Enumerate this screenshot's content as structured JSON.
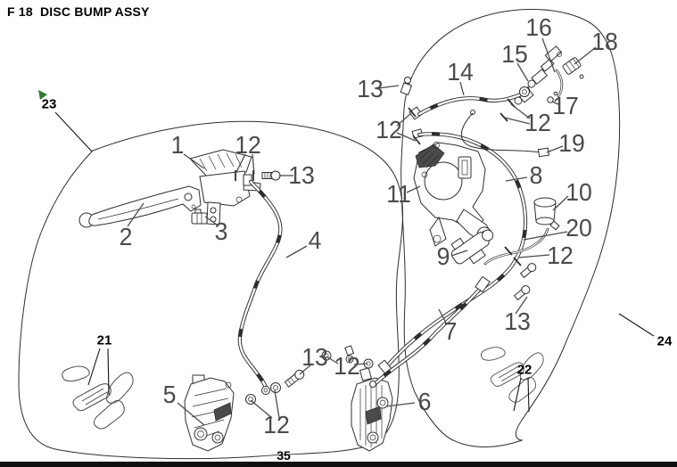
{
  "title": "F 18  DISC BUMP ASSY",
  "page_number": "35",
  "colors": {
    "line": "#2e2e2e",
    "callout_large": "#4b4b4b",
    "callout_bold": "#000000",
    "cursor_green": "#2f7d32",
    "background": "#ffffff",
    "footer_bar": "#101010"
  },
  "cursor": {
    "icon": "green-arrow-cursor"
  },
  "callouts": [
    {
      "id": "c1",
      "text": "1"
    },
    {
      "id": "c2",
      "text": "2"
    },
    {
      "id": "c3",
      "text": "3"
    },
    {
      "id": "c4",
      "text": "4"
    },
    {
      "id": "c5",
      "text": "5"
    },
    {
      "id": "c6",
      "text": "6"
    },
    {
      "id": "c7",
      "text": "7"
    },
    {
      "id": "c8",
      "text": "8"
    },
    {
      "id": "c9",
      "text": "9"
    },
    {
      "id": "c10",
      "text": "10"
    },
    {
      "id": "c11",
      "text": "11"
    },
    {
      "id": "c12a",
      "text": "12"
    },
    {
      "id": "c12b",
      "text": "12"
    },
    {
      "id": "c12c",
      "text": "12"
    },
    {
      "id": "c12d",
      "text": "12"
    },
    {
      "id": "c12e",
      "text": "12"
    },
    {
      "id": "c12f",
      "text": "12"
    },
    {
      "id": "c13a",
      "text": "13"
    },
    {
      "id": "c13b",
      "text": "13"
    },
    {
      "id": "c13c",
      "text": "13"
    },
    {
      "id": "c13d",
      "text": "13"
    },
    {
      "id": "c14",
      "text": "14"
    },
    {
      "id": "c15",
      "text": "15"
    },
    {
      "id": "c16",
      "text": "16"
    },
    {
      "id": "c17",
      "text": "17"
    },
    {
      "id": "c18",
      "text": "18"
    },
    {
      "id": "c19",
      "text": "19"
    },
    {
      "id": "c20",
      "text": "20"
    },
    {
      "id": "c21",
      "text": "21"
    },
    {
      "id": "c22",
      "text": "22"
    },
    {
      "id": "c23",
      "text": "23"
    },
    {
      "id": "c24",
      "text": "24"
    }
  ]
}
